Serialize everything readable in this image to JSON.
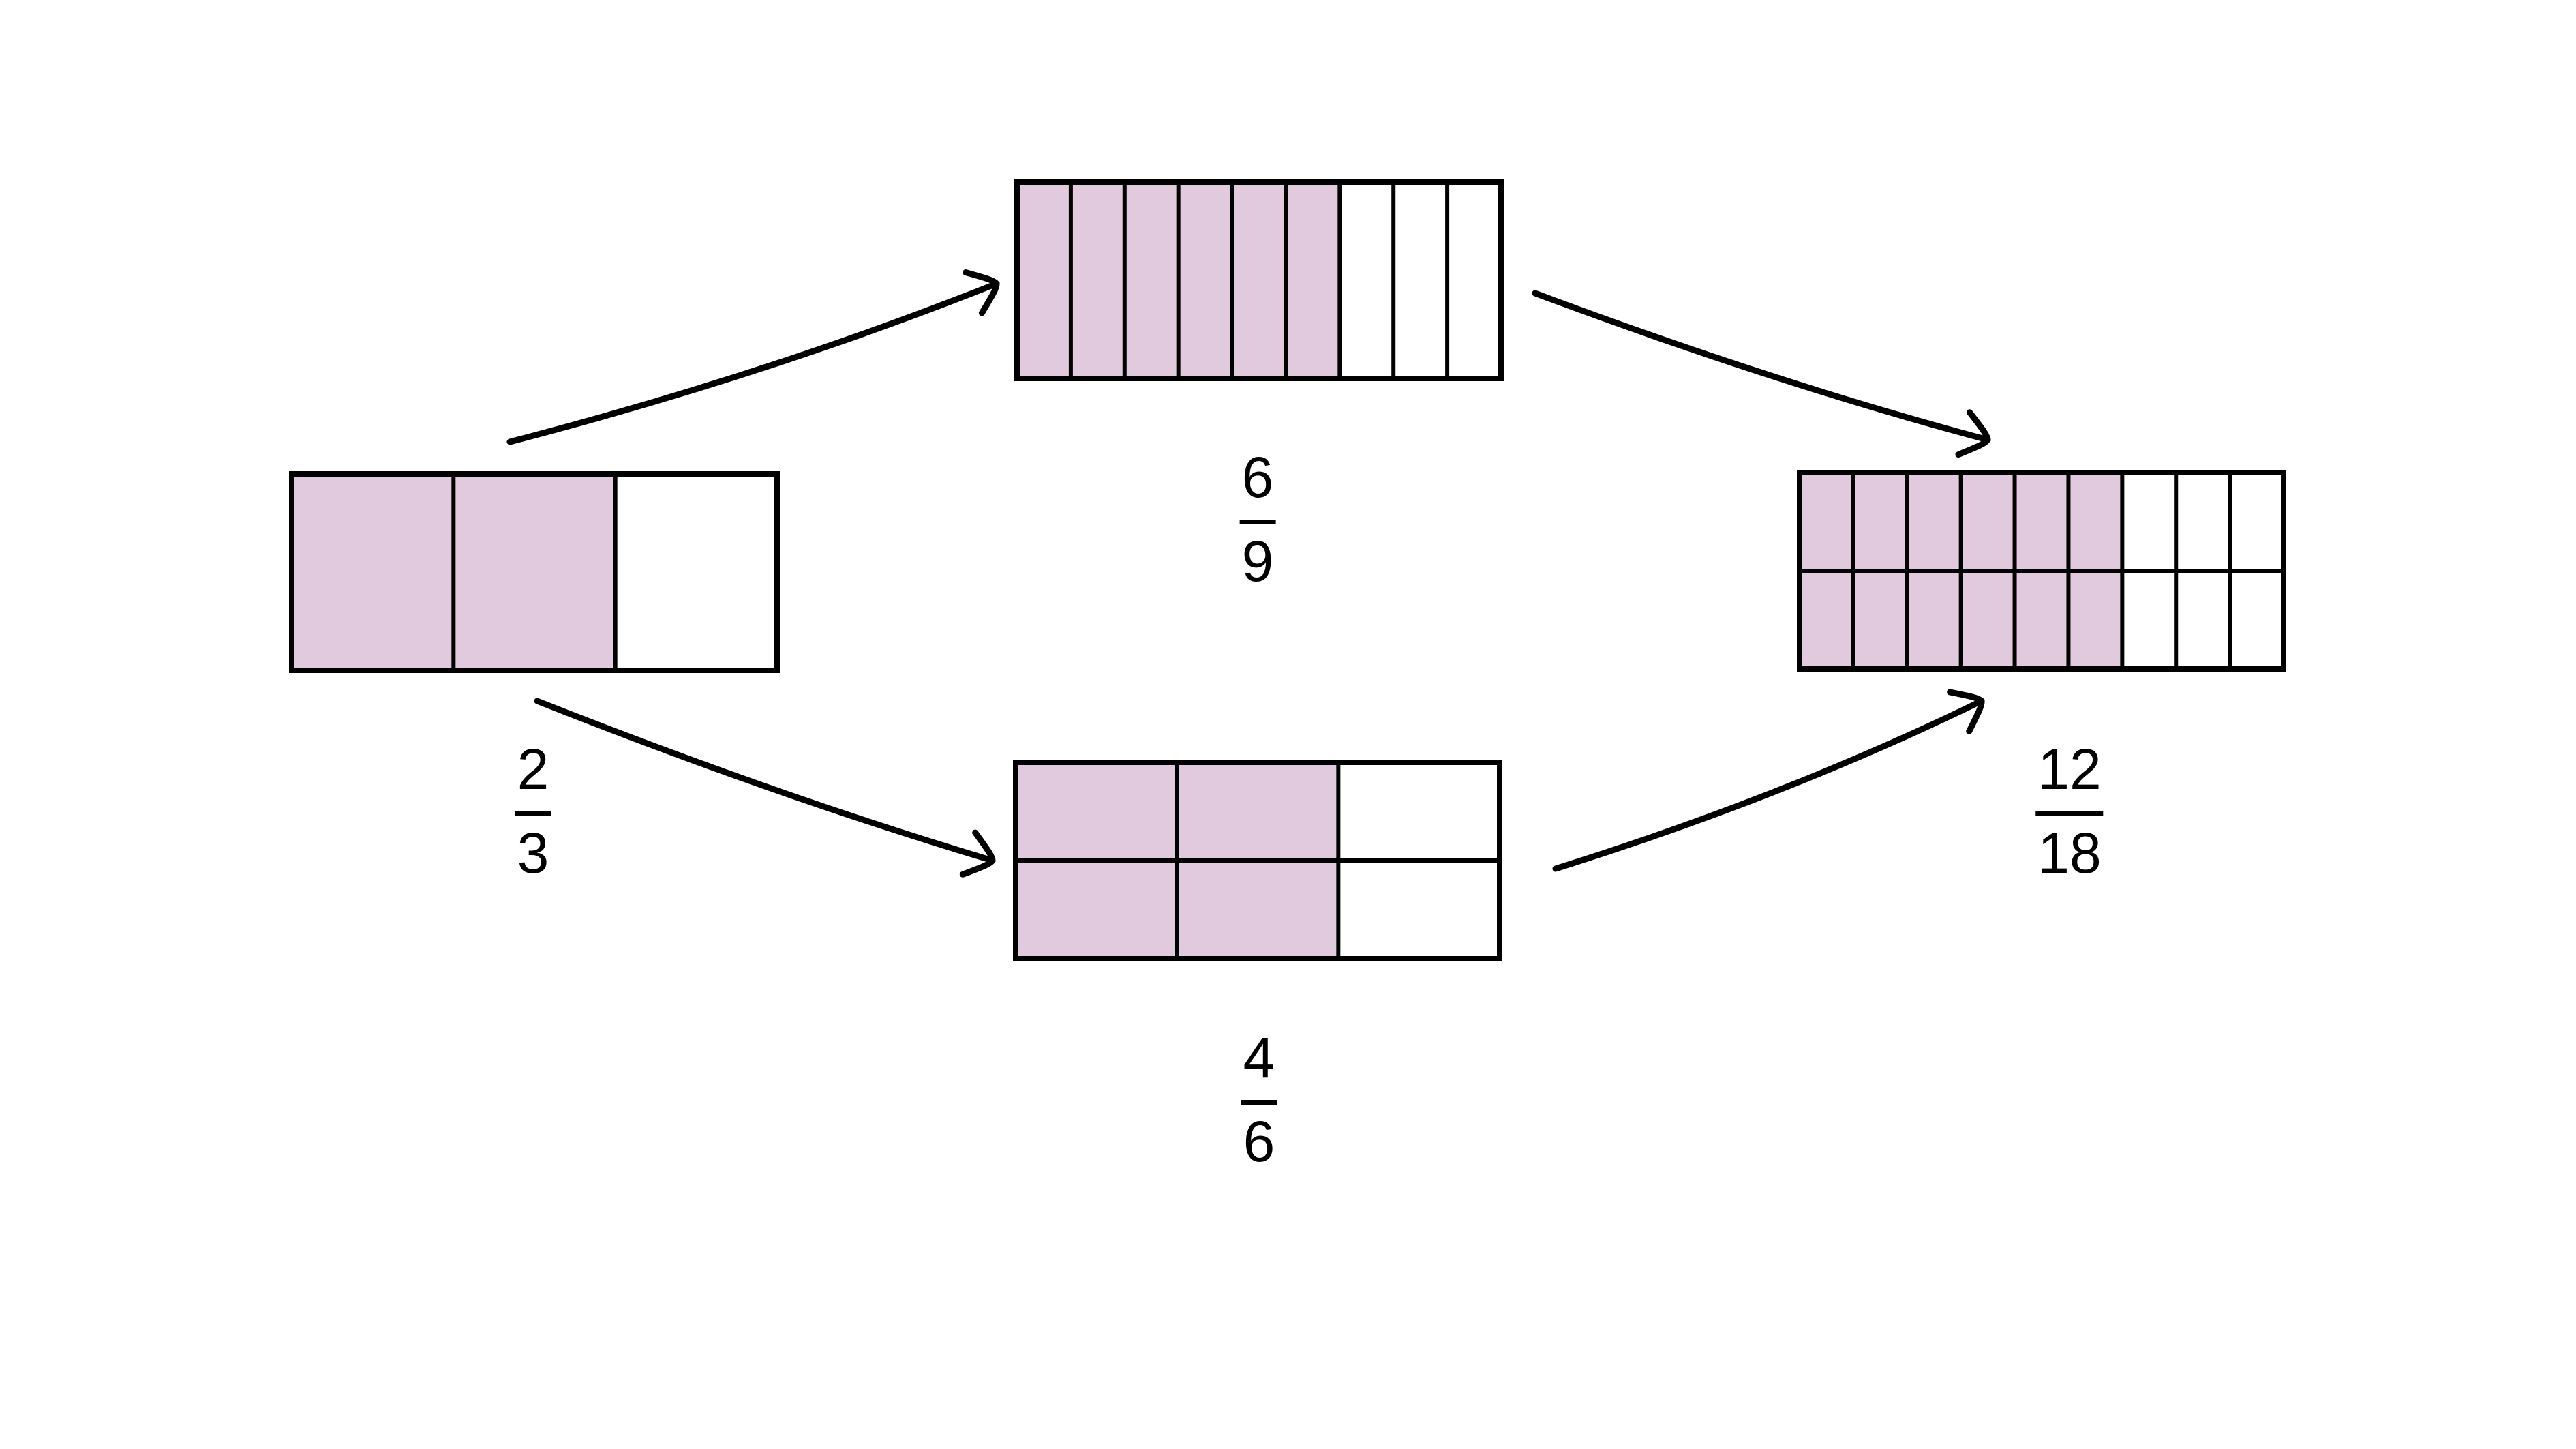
{
  "palette": {
    "shaded_fill": "#e1cadd",
    "unshaded_fill": "#ffffff",
    "line_color": "#000000",
    "background": "#ffffff"
  },
  "bars": [
    {
      "name": "two-thirds",
      "rows": 1,
      "cols": 3,
      "shaded_cols": 2,
      "shaded_cells": 2,
      "total_cells": 3,
      "fraction": {
        "numerator": "2",
        "denominator": "3"
      }
    },
    {
      "name": "six-ninths",
      "rows": 1,
      "cols": 9,
      "shaded_cols": 6,
      "shaded_cells": 6,
      "total_cells": 9,
      "fraction": {
        "numerator": "6",
        "denominator": "9"
      }
    },
    {
      "name": "four-sixths",
      "rows": 2,
      "cols": 3,
      "shaded_cols": 2,
      "shaded_cells": 4,
      "total_cells": 6,
      "fraction": {
        "numerator": "4",
        "denominator": "6"
      }
    },
    {
      "name": "twelve-eighteenths",
      "rows": 2,
      "cols": 9,
      "shaded_cols": 6,
      "shaded_cells": 12,
      "total_cells": 18,
      "fraction": {
        "numerator": "12",
        "denominator": "18"
      }
    }
  ]
}
